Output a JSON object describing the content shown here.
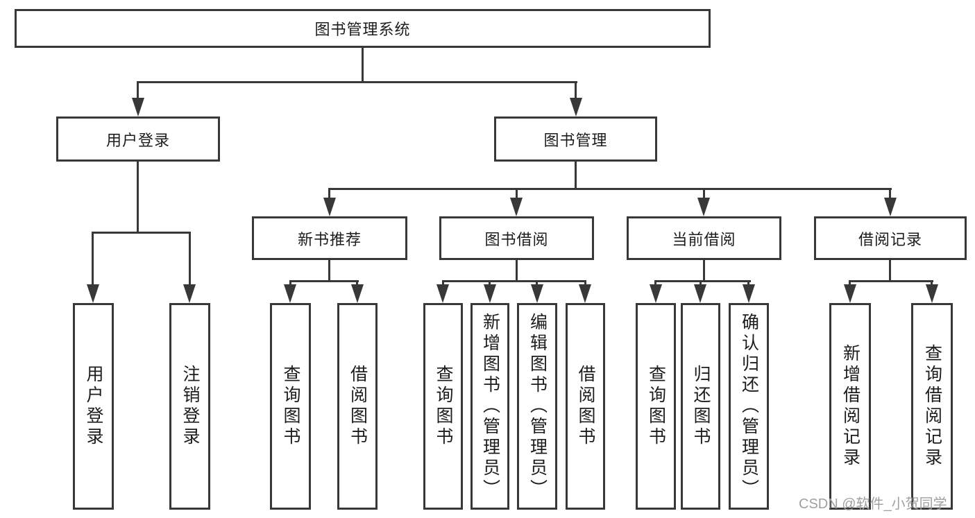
{
  "tree": {
    "label": "图书管理系统",
    "children": [
      {
        "label": "用户登录",
        "children": [
          {
            "label": "用户登录"
          },
          {
            "label": "注销登录"
          }
        ]
      },
      {
        "label": "图书管理",
        "children": [
          {
            "label": "新书推荐",
            "children": [
              {
                "label": "查询图书"
              },
              {
                "label": "借阅图书"
              }
            ]
          },
          {
            "label": "图书借阅",
            "children": [
              {
                "label": "查询图书"
              },
              {
                "label": "新增图书（管理员）"
              },
              {
                "label": "编辑图书（管理员）"
              },
              {
                "label": "借阅图书"
              }
            ]
          },
          {
            "label": "当前借阅",
            "children": [
              {
                "label": "查询图书"
              },
              {
                "label": "归还图书"
              },
              {
                "label": "确认归还（管理员）"
              }
            ]
          },
          {
            "label": "借阅记录",
            "children": [
              {
                "label": "新增借阅记录"
              },
              {
                "label": "查询借阅记录"
              }
            ]
          }
        ]
      }
    ]
  },
  "watermark": {
    "text": "CSDN @软件_小贺同学"
  },
  "colors": {
    "line": "#383838",
    "box_border": "#383838",
    "text": "#1c1c1c",
    "watermark": "#a0a0a0",
    "background": "#ffffff"
  }
}
